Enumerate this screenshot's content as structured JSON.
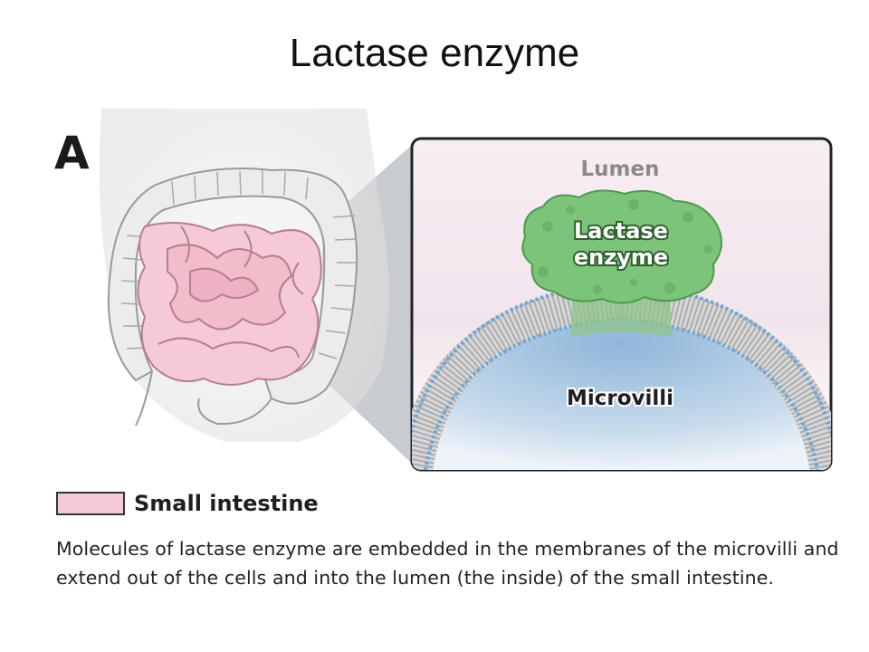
{
  "slide": {
    "title": "Lactase enzyme"
  },
  "figure": {
    "panel_letter": "A",
    "inset": {
      "lumen_label": "Lumen",
      "enzyme_label_line1": "Lactase",
      "enzyme_label_line2": "enzyme",
      "microvilli_label": "Microvilli"
    },
    "legend": {
      "label": "Small intestine",
      "swatch_color": "#f6c9d6"
    },
    "caption": "Molecules of lactase enzyme are embedded in the membranes of the microvilli and extend out of the cells and into the lumen (the inside) of the small intestine."
  },
  "colors": {
    "small_intestine": "#f6c9d6",
    "large_intestine": "#e6e6e6",
    "enzyme": "#7cc47a",
    "membrane_heads": "#6aa6d8"
  }
}
